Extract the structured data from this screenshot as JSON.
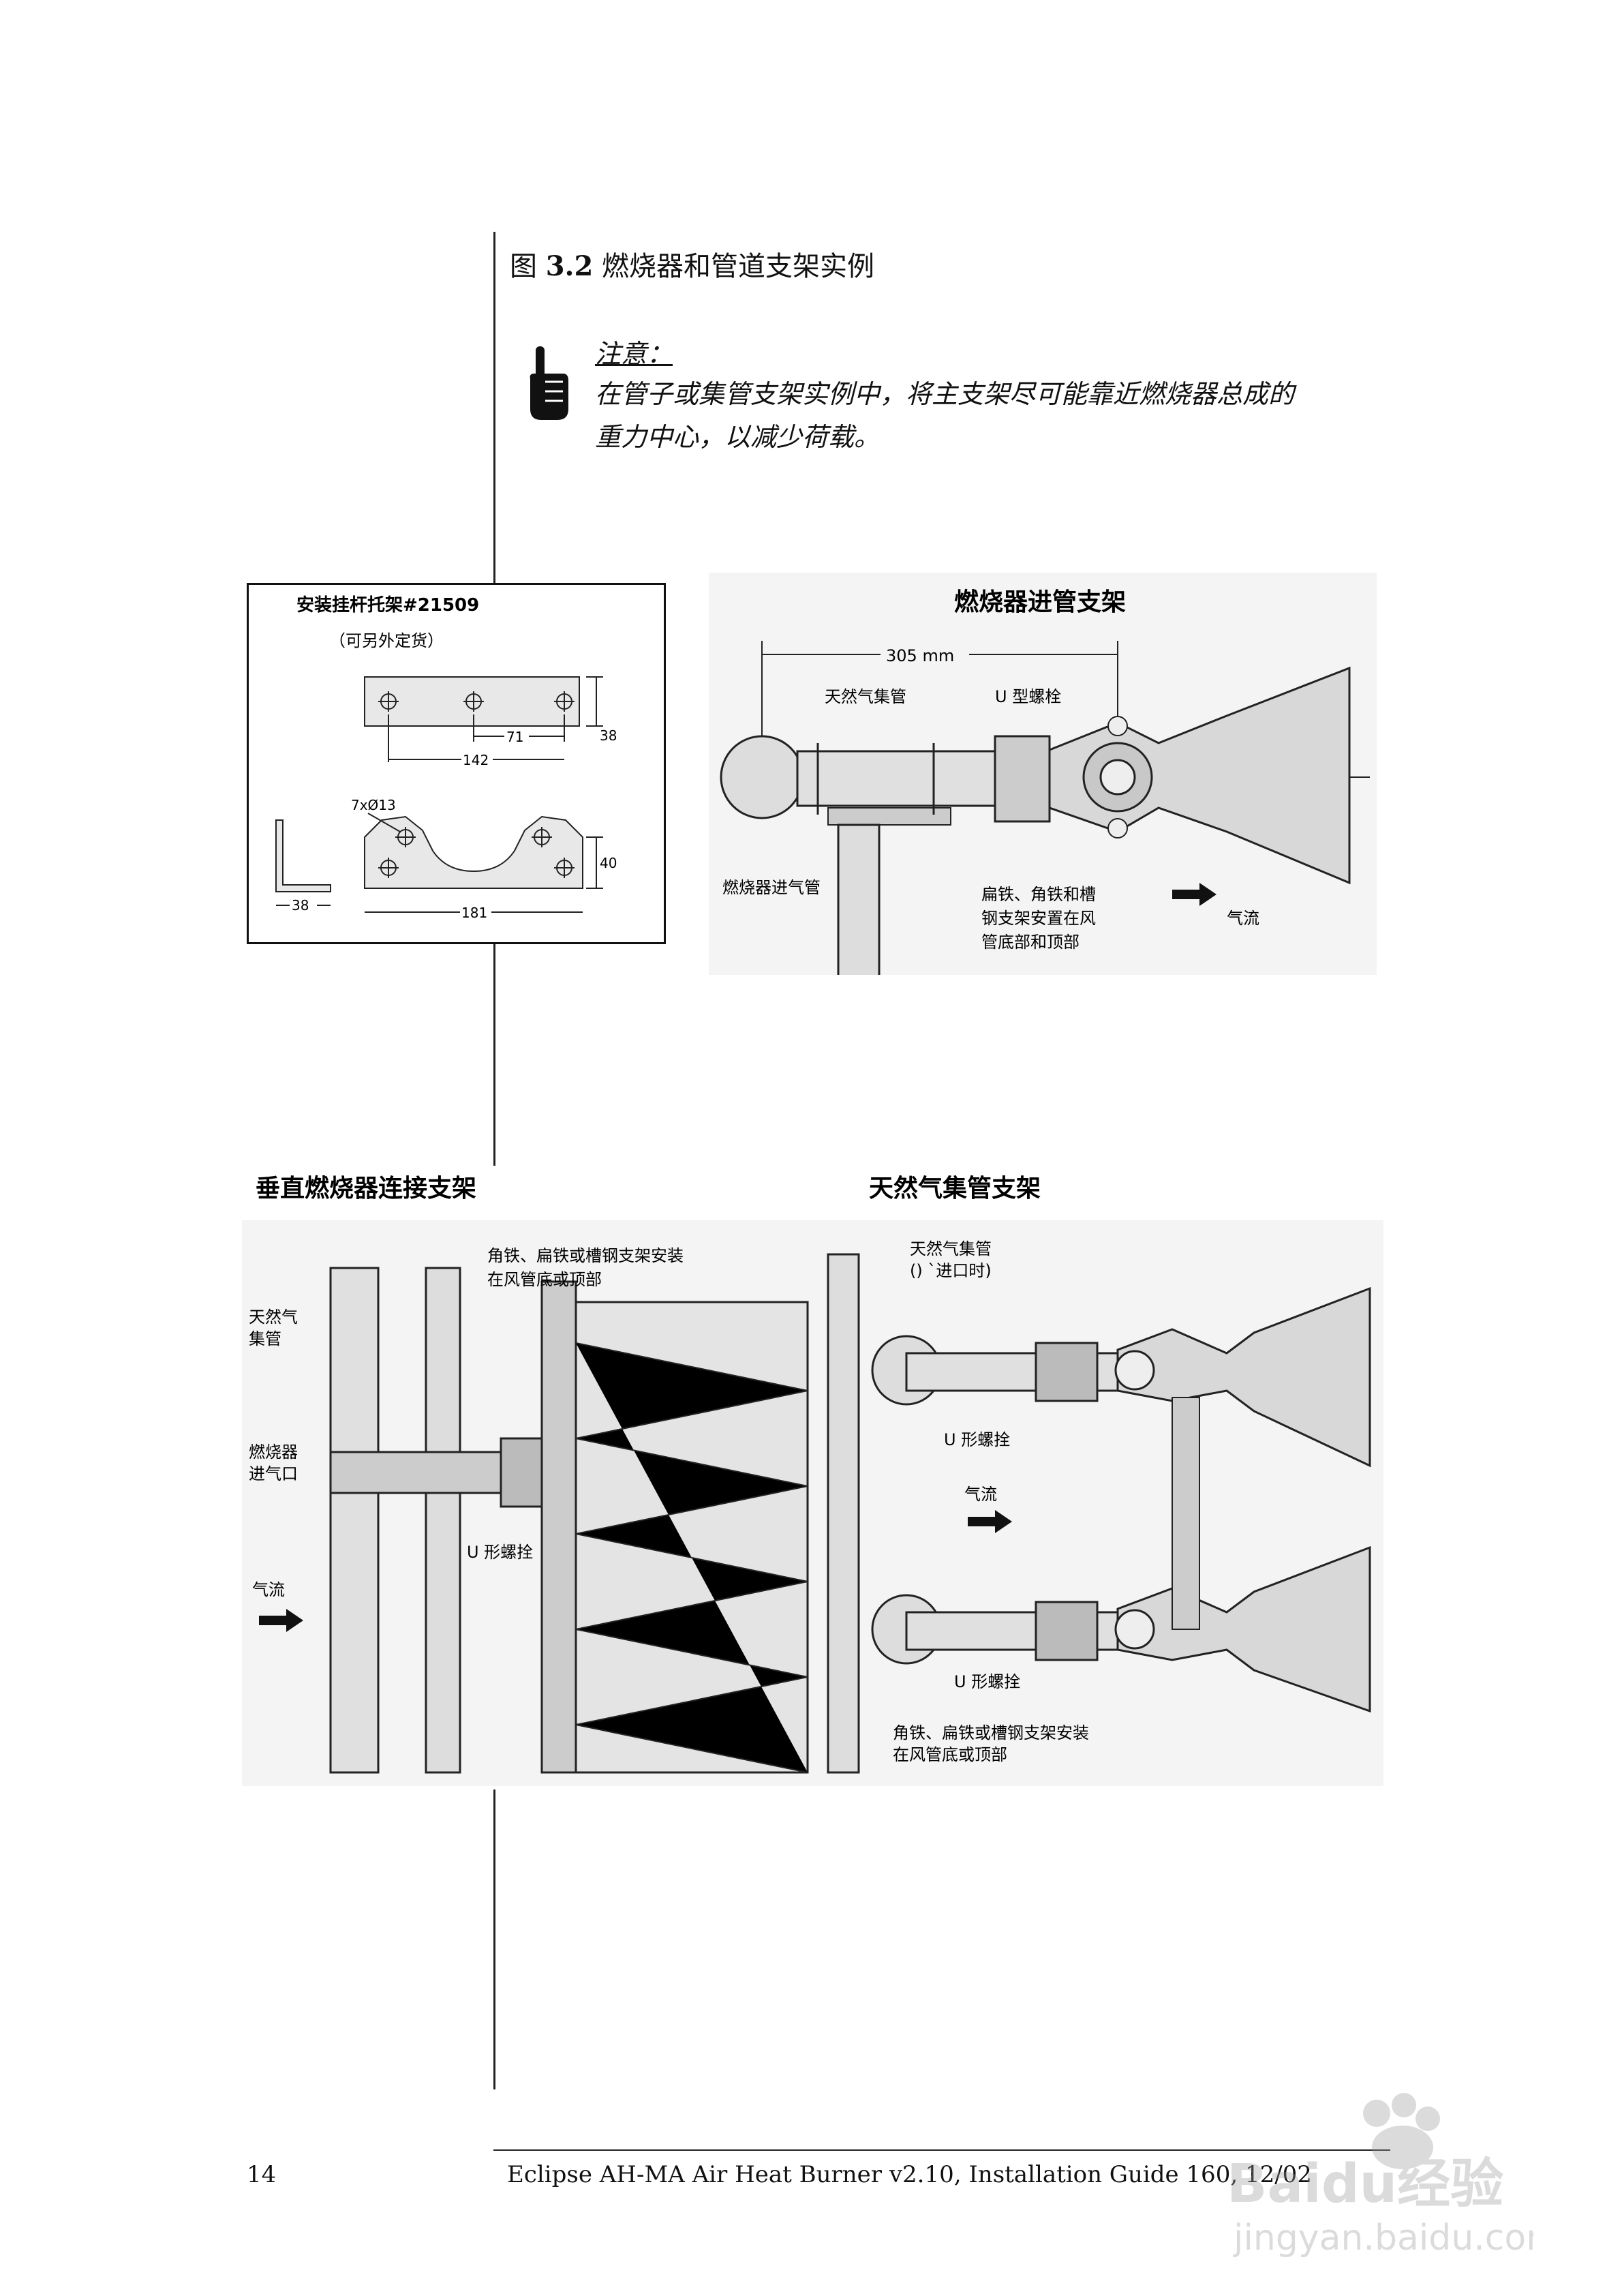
{
  "figure": {
    "label": "图",
    "number": "3.2",
    "caption": "燃烧器和管道支架实例"
  },
  "note": {
    "heading": "注意：",
    "line1": "在管子或集管支架实例中，将主支架尽可能靠近燃烧器总成的",
    "line2": "重力中心，以减少荷载。",
    "icon": "pointing-hand-icon"
  },
  "bracket_box": {
    "title": "安装挂杆托架#21509",
    "subtitle": "（可另外定货）",
    "dims": {
      "d71": "71",
      "d142": "142",
      "d38a": "38",
      "holes": "7xØ13",
      "d40": "40",
      "d38b": "38",
      "d181": "181"
    }
  },
  "diagram_inlet": {
    "title": "燃烧器进管支架",
    "dimension": "305 mm",
    "label_gas_header": "天然气集管",
    "label_ubolt": "U 型螺栓",
    "label_inlet_pipe": "燃烧器进气管",
    "label_support_1": "扁铁、角铁和槽",
    "label_support_2": "钢支架安置在风",
    "label_support_3": "管底部和顶部",
    "label_airflow": "气流"
  },
  "diagram_vertical": {
    "title": "垂直燃烧器连接支架",
    "label_support_1": "角铁、扁铁或槽钢支架安装",
    "label_support_2": "在风管底或顶部",
    "label_gas_header_1": "天然气",
    "label_gas_header_2": "集管",
    "label_inlet_1": "燃烧器",
    "label_inlet_2": "进气口",
    "label_ubolt": "U 形螺拴",
    "label_airflow": "气流"
  },
  "diagram_manifold": {
    "title": "天然气集管支架",
    "label_gas_header": "天然气集管",
    "label_gas_header_note": "()          `进口时)",
    "label_ubolt_top": "U 形螺拴",
    "label_airflow": "气流",
    "label_ubolt_bottom": "U 形螺拴",
    "label_support_1": "角铁、扁铁或槽钢支架安装",
    "label_support_2": "在风管底或顶部"
  },
  "footer": {
    "page_number": "14",
    "text": "Eclipse AH-MA Air Heat Burner v2.10, Installation Guide 160, 12/02"
  },
  "watermark": {
    "brand": "Baidu经验",
    "url": "jingyan.baidu.com"
  }
}
